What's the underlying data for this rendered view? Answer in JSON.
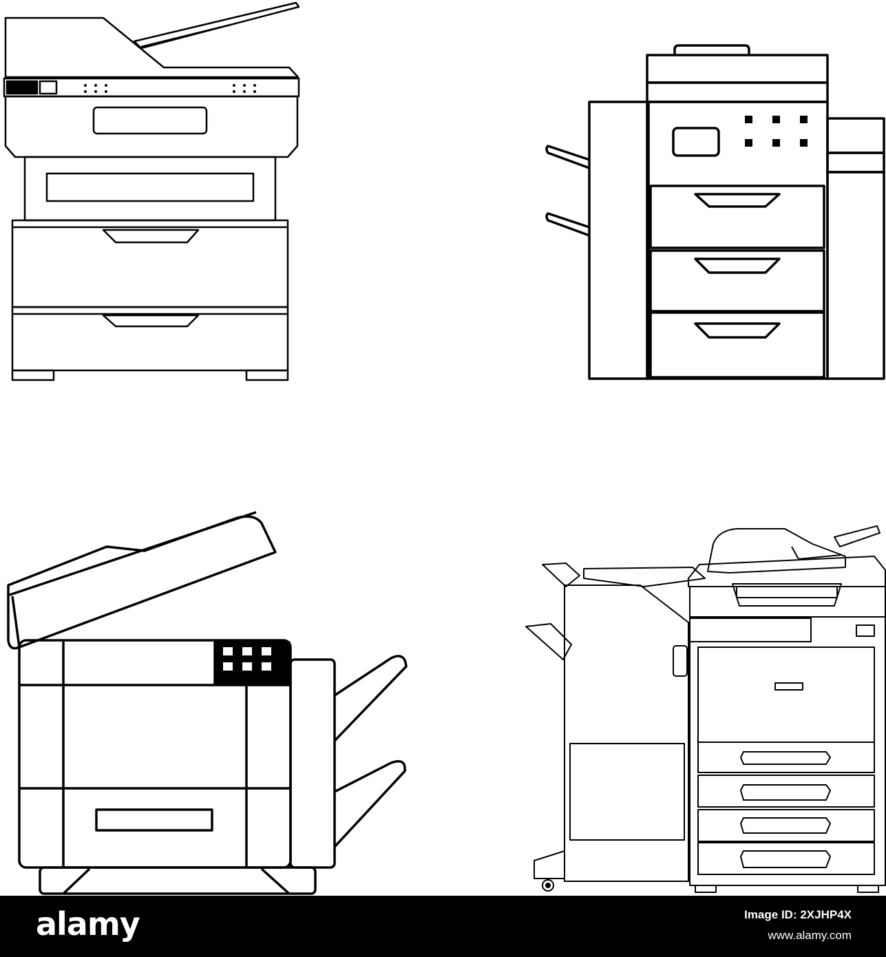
{
  "illustrations": [
    {
      "name": "compact-multifunction-copier-icon"
    },
    {
      "name": "office-copier-with-side-trays-icon"
    },
    {
      "name": "copier-open-lid-with-trays-icon"
    },
    {
      "name": "large-office-copier-with-finisher-icon"
    }
  ],
  "colors": {
    "line": "#000000",
    "background": "#ffffff",
    "footer": "#000000",
    "footer_text": "#ffffff"
  },
  "footer": {
    "brand": "alamy",
    "image_id": "Image ID: 2XJHP4X",
    "site": "www.alamy.com"
  }
}
